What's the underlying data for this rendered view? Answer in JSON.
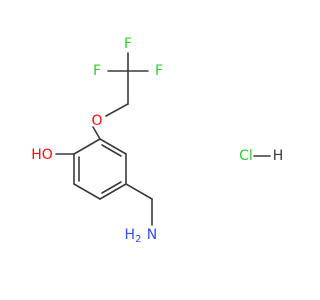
{
  "atoms": {
    "f_top": {
      "label": "F",
      "color": "#33cc33"
    },
    "f_left": {
      "label": "F",
      "color": "#33cc33"
    },
    "f_right": {
      "label": "F",
      "color": "#33cc33"
    },
    "ether_o": {
      "label": "O",
      "color": "#ff0d0d"
    },
    "hydroxyl": {
      "label": "HO",
      "color": "#ff0d0d"
    },
    "amine_n": {
      "label": "N",
      "color": "#3050f8"
    },
    "amine_h2": {
      "label": "H",
      "sub": "2",
      "color": "#3050f8"
    },
    "salt_cl": {
      "label": "Cl",
      "color": "#33cc33"
    },
    "salt_h": {
      "label": "H",
      "color": "#3a3a3a"
    }
  }
}
